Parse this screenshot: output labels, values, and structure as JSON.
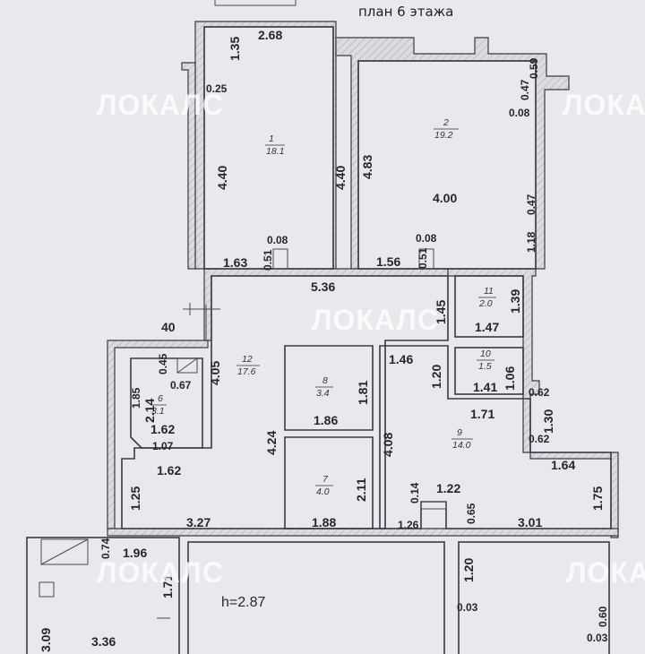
{
  "title": "план 6 этажа",
  "watermark": "ЛОКАЛС",
  "height_label": "h=2.87",
  "rooms": [
    {
      "number": "1",
      "area": "18.1"
    },
    {
      "number": "2",
      "area": "19.2"
    },
    {
      "number": "6",
      "area": "3.1"
    },
    {
      "number": "7",
      "area": "4.0"
    },
    {
      "number": "8",
      "area": "3.4"
    },
    {
      "number": "9",
      "area": "14.0"
    },
    {
      "number": "10",
      "area": "1.5"
    },
    {
      "number": "11",
      "area": "2.0"
    },
    {
      "number": "12",
      "area": "17.6"
    }
  ],
  "dimensions": {
    "d_2_68": "2.68",
    "d_1_35": "1.35",
    "d_0_25": "0.25",
    "d_4_40_a": "4.40",
    "d_4_40_b": "4.40",
    "d_0_08_a": "0.08",
    "d_0_51_a": "0.51",
    "d_1_63": "1.63",
    "d_4_83": "4.83",
    "d_4_00": "4.00",
    "d_0_59": "0.59",
    "d_0_47_a": "0.47",
    "d_0_08_b": "0.08",
    "d_0_47_b": "0.47",
    "d_1_18": "1.18",
    "d_0_08_c": "0.08",
    "d_0_51_b": "0.51",
    "d_1_56": "1.56",
    "d_5_36": "5.36",
    "d_1_45": "1.45",
    "d_1_39": "1.39",
    "d_1_47": "1.47",
    "d_40": "40",
    "d_4_05": "4.05",
    "d_0_45": "0.45",
    "d_0_67": "0.67",
    "d_1_85": "1.85",
    "d_2_14": "2.14",
    "d_1_62_a": "1.62",
    "d_1_07": "1.07",
    "d_1_46": "1.46",
    "d_1_20_a": "1.20",
    "d_1_81": "1.81",
    "d_1_86": "1.86",
    "d_1_06": "1.06",
    "d_1_41": "1.41",
    "d_0_62_a": "0.62",
    "d_1_30": "1.30",
    "d_1_71": "1.71",
    "d_0_62_b": "0.62",
    "d_4_24": "4.24",
    "d_4_08": "4.08",
    "d_1_62_b": "1.62",
    "d_1_25": "1.25",
    "d_2_11": "2.11",
    "d_1_64": "1.64",
    "d_1_75": "1.75",
    "d_1_22": "1.22",
    "d_0_14": "0.14",
    "d_0_65": "0.65",
    "d_3_27": "3.27",
    "d_1_88": "1.88",
    "d_1_26": "1.26",
    "d_3_01": "3.01",
    "d_0_74": "0.74",
    "d_1_96": "1.96",
    "d_1_71_b": "1.71",
    "d_3_09": "3.09",
    "d_3_36": "3.36",
    "d_1_20_b": "1.20",
    "d_0_03_a": "0.03",
    "d_0_60": "0.60",
    "d_0_03_b": "0.03"
  }
}
